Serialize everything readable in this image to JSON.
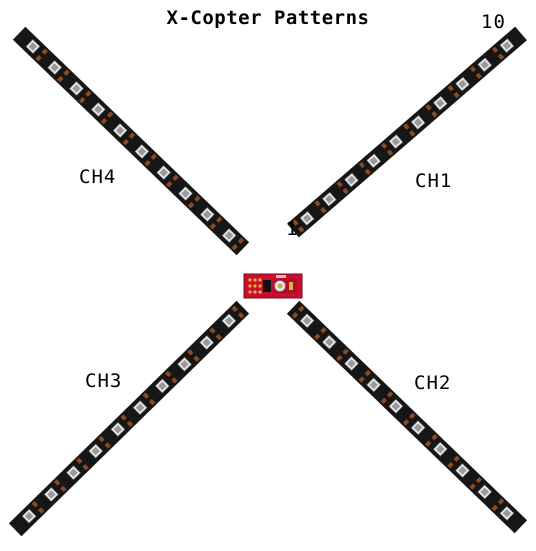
{
  "title": "X-Copter Patterns",
  "channels": [
    {
      "id": "ch1",
      "label": "CH1"
    },
    {
      "id": "ch2",
      "label": "CH2"
    },
    {
      "id": "ch3",
      "label": "CH3"
    },
    {
      "id": "ch4",
      "label": "CH4"
    }
  ],
  "index_labels": {
    "first": "1",
    "last": "10"
  },
  "colors": {
    "strip": "#161616",
    "resistor": "#8a4a22",
    "led_body": "#e9e9e9",
    "led_lens": "#9a9a9a",
    "controller_board": "#c8102e",
    "controller_pad": "#e3b23c"
  }
}
